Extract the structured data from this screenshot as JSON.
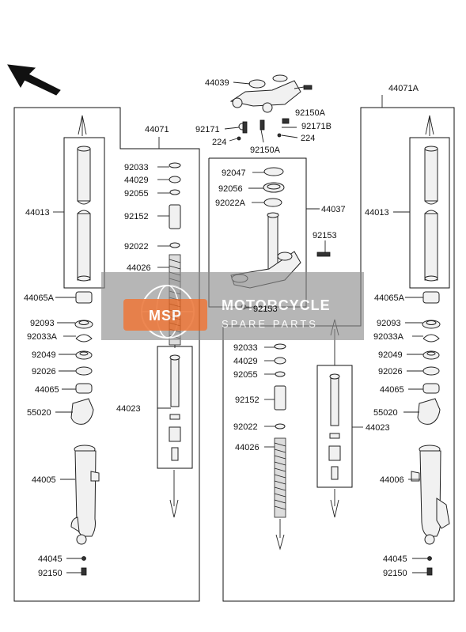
{
  "labels": {
    "p44071": "44071",
    "p44071A": "44071A",
    "p44039": "44039",
    "p92150A_top": "92150A",
    "p92171": "92171",
    "p92171B": "92171B",
    "p224_left": "224",
    "p224_right": "224",
    "p92150A_bottom": "92150A",
    "p92047": "92047",
    "p92056": "92056",
    "p92022A": "92022A",
    "p44037": "44037",
    "p92153_top": "92153",
    "p92153_bottom": "92153",
    "L_92033": "92033",
    "L_44029": "44029",
    "L_92055": "92055",
    "L_92152": "92152",
    "L_92022": "92022",
    "L_44026": "44026",
    "L_44013": "44013",
    "L_44065A": "44065A",
    "L_92093": "92093",
    "L_92033A": "92033A",
    "L_92049": "92049",
    "L_92026": "92026",
    "L_44065": "44065",
    "L_55020": "55020",
    "L_44023": "44023",
    "L_44005": "44005",
    "L_44045": "44045",
    "L_92150": "92150",
    "M_92033": "92033",
    "M_44029": "44029",
    "M_92055": "92055",
    "M_92152": "92152",
    "M_92022": "92022",
    "M_44026": "44026",
    "R_44013": "44013",
    "R_44065A": "44065A",
    "R_92093": "92093",
    "R_92033A": "92033A",
    "R_92049": "92049",
    "R_92026": "92026",
    "R_44065": "44065",
    "R_55020": "55020",
    "R_44023": "44023",
    "R_44006": "44006",
    "R_44045": "44045",
    "R_92150": "92150"
  },
  "watermark": {
    "logo": "MSP",
    "title": "MOTORCYCLE",
    "subtitle": "SPARE PARTS",
    "logo_color": "#e8641e",
    "band_color": "#8c8c8c"
  },
  "icons": {
    "direction_arrow": "front-direction-arrow-icon"
  }
}
